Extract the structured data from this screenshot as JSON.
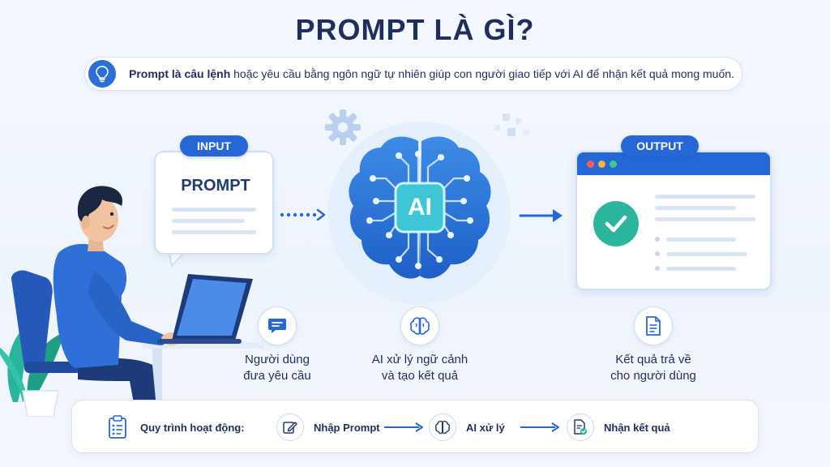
{
  "title": "PROMPT LÀ GÌ?",
  "definition": {
    "bold": "Prompt là câu lệnh",
    "rest": " hoặc yêu cầu bằng ngôn ngữ tự nhiên giúp con người giao tiếp với AI để nhận kết quả mong muốn.",
    "icon": "lightbulb-icon"
  },
  "input": {
    "pill": "INPUT",
    "card_title": "PROMPT"
  },
  "ai": {
    "label": "AI"
  },
  "output": {
    "pill": "OUTPUT"
  },
  "steps": [
    {
      "icon": "chat-bubble-icon",
      "line1": "Người dùng",
      "line2": "đưa yêu cầu"
    },
    {
      "icon": "brain-icon",
      "line1": "AI xử lý ngữ cảnh",
      "line2": "và tạo kết quả"
    },
    {
      "icon": "document-icon",
      "line1": "Kết quả trả về",
      "line2": "cho người dùng"
    }
  ],
  "process": {
    "label": "Quy trình hoạt động:",
    "steps": [
      "Nhập Prompt",
      "AI xử lý",
      "Nhận kết quả"
    ]
  },
  "colors": {
    "primary": "#2667d6",
    "title": "#1f2e5c",
    "success": "#2bb59c",
    "light_line": "#d9e4f3"
  }
}
